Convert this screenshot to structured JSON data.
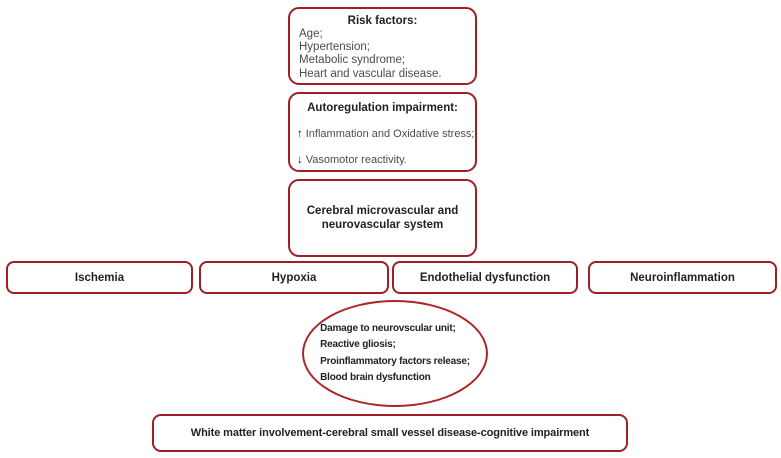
{
  "colors": {
    "box_border": "#9e2024",
    "ellipse_border": "#ac2627",
    "heading_text": "#222222",
    "body_text": "#4c4c4c",
    "background": "#ffffff"
  },
  "risk_box": {
    "title": "Risk factors:",
    "items": [
      "Age;",
      "Hypertension;",
      "Metabolic syndrome;",
      "Heart and vascular disease."
    ]
  },
  "autoregulation_box": {
    "title": "Autoregulation impairment:",
    "items": [
      {
        "arrow": "↑",
        "text": "Inflammation and Oxidative stress;"
      },
      {
        "arrow": "↓",
        "text": "Vasomotor reactivity."
      }
    ]
  },
  "cerebral_box": {
    "line1": "Cerebral microvascular and",
    "line2": "neurovascular system"
  },
  "mechanism_boxes": [
    "Ischemia",
    "Hypoxia",
    "Endothelial dysfunction",
    "Neuroinflammation"
  ],
  "damage_ellipse": {
    "lines": [
      "Damage to neurovscular unit;",
      "Reactive gliosis;",
      "Proinflammatory factors release;",
      "Blood brain dysfunction"
    ]
  },
  "outcome_box": {
    "label": "White matter involvement-cerebral small vessel disease-cognitive impairment"
  }
}
